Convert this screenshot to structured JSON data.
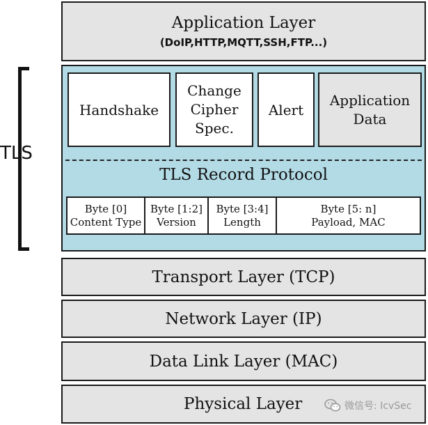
{
  "application_layer": {
    "title": "Application Layer",
    "protocols": "(DoIP,HTTP,MQTT,SSH,FTP...)"
  },
  "tls_label": "TLS",
  "tls_boxes": [
    {
      "name": "Handshake"
    },
    {
      "name": "Change Cipher Spec."
    },
    {
      "name": "Alert"
    },
    {
      "name": "Application Data"
    }
  ],
  "record_protocol": {
    "title": "TLS Record Protocol",
    "fields": [
      {
        "bytes": "Byte [0]",
        "label": "Content Type"
      },
      {
        "bytes": "Byte [1:2]",
        "label": "Version"
      },
      {
        "bytes": "Byte [3:4]",
        "label": "Length"
      },
      {
        "bytes": "Byte [5: n]",
        "label": "Payload, MAC"
      }
    ]
  },
  "lower_layers": [
    "Transport Layer (TCP)",
    "Network Layer (IP)",
    "Data Link Layer (MAC)",
    "Physical Layer"
  ],
  "watermark": "微信号: IcvSec"
}
